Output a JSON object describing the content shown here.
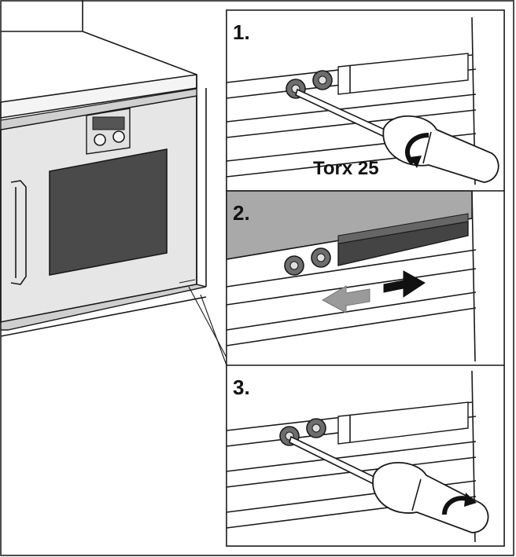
{
  "steps": [
    {
      "number": "1.",
      "tool_label": "Torx 25"
    },
    {
      "number": "2."
    },
    {
      "number": "3."
    }
  ],
  "colors": {
    "oven_body": "#e6e6e6",
    "oven_window": "#4a4a4a",
    "panel_grey": "#a9a9a9",
    "arrow_dark": "#111111",
    "arrow_light": "#9a9a9a",
    "screw": "#6d6d6d"
  },
  "icons": [
    "oven-icon",
    "screw-icon",
    "screwdriver-icon",
    "rotation-arrow-icon",
    "slide-arrow-icon"
  ]
}
